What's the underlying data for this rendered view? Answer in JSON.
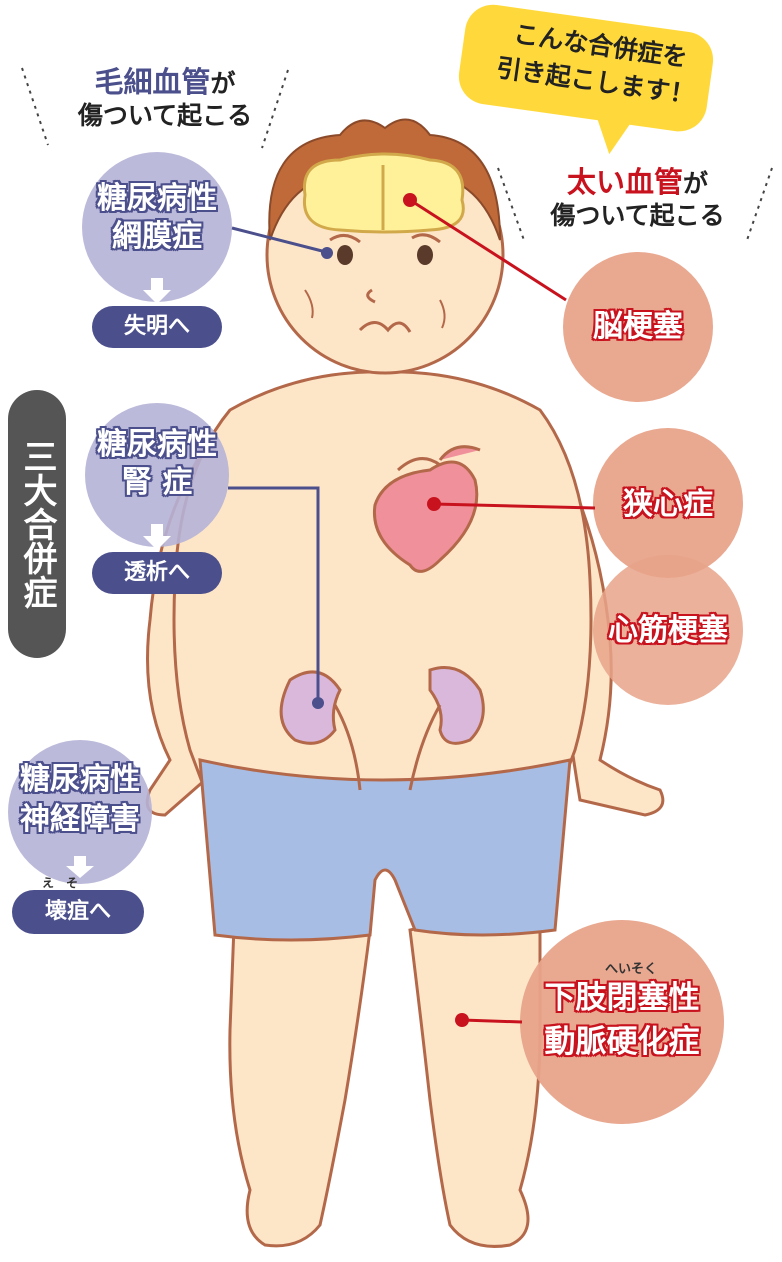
{
  "callout": {
    "line1": "こんな合併症を",
    "line2": "引き起こします！"
  },
  "capillary": {
    "emph": "毛細血管",
    "suffix": "が",
    "line2": "傷ついて起こる"
  },
  "large_vessel": {
    "emph": "太い血管",
    "suffix": "が",
    "line2": "傷ついて起こる"
  },
  "side_tag": "三大合併症",
  "complications": {
    "retinopathy": {
      "line1": "糖尿病性",
      "line2": "網膜症",
      "result": "失明へ"
    },
    "nephropathy": {
      "line1": "糖尿病性",
      "line2": "腎 症",
      "result": "透析へ"
    },
    "neuropathy": {
      "line1": "糖尿病性",
      "line2": "神経障害",
      "result": "壊疽へ",
      "ruby1": "え",
      "ruby2": "そ"
    }
  },
  "large": {
    "stroke": "脳梗塞",
    "angina": "狭心症",
    "infarction": "心筋梗塞",
    "pad_line1": "下肢閉塞性",
    "pad_line2": "動脈硬化症",
    "pad_ruby": "へいそく"
  },
  "colors": {
    "navy": "#4b4f8c",
    "red": "#c8131f",
    "lavender": "#b5b3d6",
    "salmon": "#e89a80",
    "yellow": "#ffd93b",
    "skin": "#fde6c8",
    "shorts": "#a7bde3"
  }
}
